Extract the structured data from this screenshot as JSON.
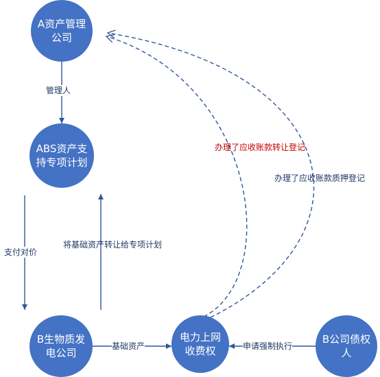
{
  "colors": {
    "node_fill": "#4472c4",
    "node_text": "#ffffff",
    "edge": "#2e5597",
    "label_text": "#1f3864",
    "highlight_label": "#c00000"
  },
  "nodes": {
    "asset_mgmt": "A资产管理公司",
    "abs_plan": "ABS资产支持专项计划",
    "b_biomass": "B生物质发电公司",
    "receivable": "电力上网收费权",
    "b_creditor": "B公司债权人"
  },
  "edge_labels": {
    "manager": "管理人",
    "pay_price": "支付对价",
    "transfer_to_plan": "将基础资产转让给专项计划",
    "underlying_asset": "基础资产",
    "enforce": "申请强制执行",
    "transfer_registration": "办理了应收账款转让登记",
    "pledge_registration": "办理了应收账款质押登记"
  }
}
